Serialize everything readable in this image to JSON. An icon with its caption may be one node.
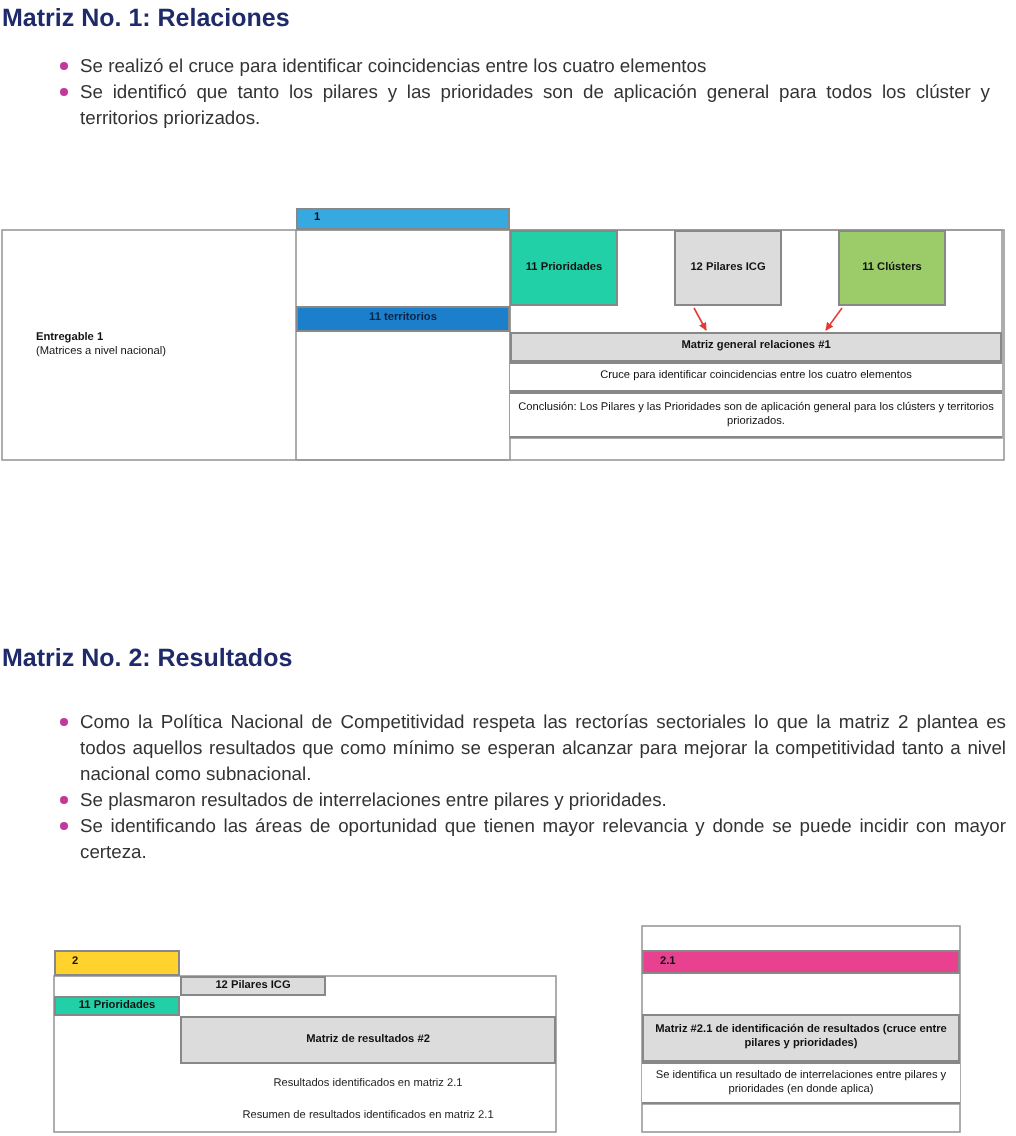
{
  "diagram": {
    "nodes": [
      {
        "text": [
          "1"
        ]
      },
      {
        "text": [
          "Entregable 1",
          "(Matrices a nivel nacional)"
        ]
      },
      {
        "text": [
          "11 territorios"
        ]
      },
      {
        "text": [
          "11 Prioridades"
        ]
      },
      {
        "text": [
          "12 Pilares ICG"
        ]
      },
      {
        "text": [
          "11 Clústers"
        ]
      },
      {
        "text": [
          "Matriz general relaciones #1"
        ]
      },
      {
        "text": [
          "Cruce para identificar coincidencias entre los cuatro elementos"
        ]
      },
      {
        "text": [
          "Conclusión: Los Pilares y las Prioridades son de aplicación general para los clústers y territorios priorizados."
        ]
      },
      {
        "text": [
          "2"
        ]
      },
      {
        "text": [
          "12 Pilares ICG"
        ]
      },
      {
        "text": [
          "11 Prioridades"
        ]
      },
      {
        "text": [
          "Matriz de resultados #2"
        ]
      },
      {
        "text": [
          "2.1"
        ]
      },
      {
        "text": [
          "Matriz #2.1 de identificación de resultados (cruce entre pilares y prioridades)"
        ]
      },
      {
        "text": [
          "Se identifica un resultado de interrelaciones entre pilares y prioridades (en donde aplica)"
        ]
      }
    ],
    "edges": [
      {
        "from": 4,
        "to": 6,
        "arrow": "to",
        "color": "#e53935"
      },
      {
        "from": 5,
        "to": 6,
        "arrow": "to",
        "color": "#e53935"
      }
    ],
    "labels": [
      "Matriz No. 1: Relaciones",
      "Se realizó el cruce para identificar coincidencias entre los cuatro elementos",
      "Se identificó que tanto los pilares y las prioridades son de aplicación general para todos los clúster y territorios priorizados.",
      "Matriz No. 2: Resultados",
      "Como la Política Nacional de Competitividad respeta las rectorías sectoriales lo que la matriz 2 plantea es todos aquellos resultados que como mínimo se esperan alcanzar para mejorar la competitividad tanto a nivel nacional como subnacional.",
      "Se plasmaron resultados de interrelaciones entre pilares y prioridades.",
      "Se identificando las áreas de oportunidad que tienen mayor relevancia y donde se puede incidir con mayor certeza.",
      "Resultados identificados en matriz 2.1",
      "Resumen de resultados identificados en matriz 2.1"
    ]
  }
}
